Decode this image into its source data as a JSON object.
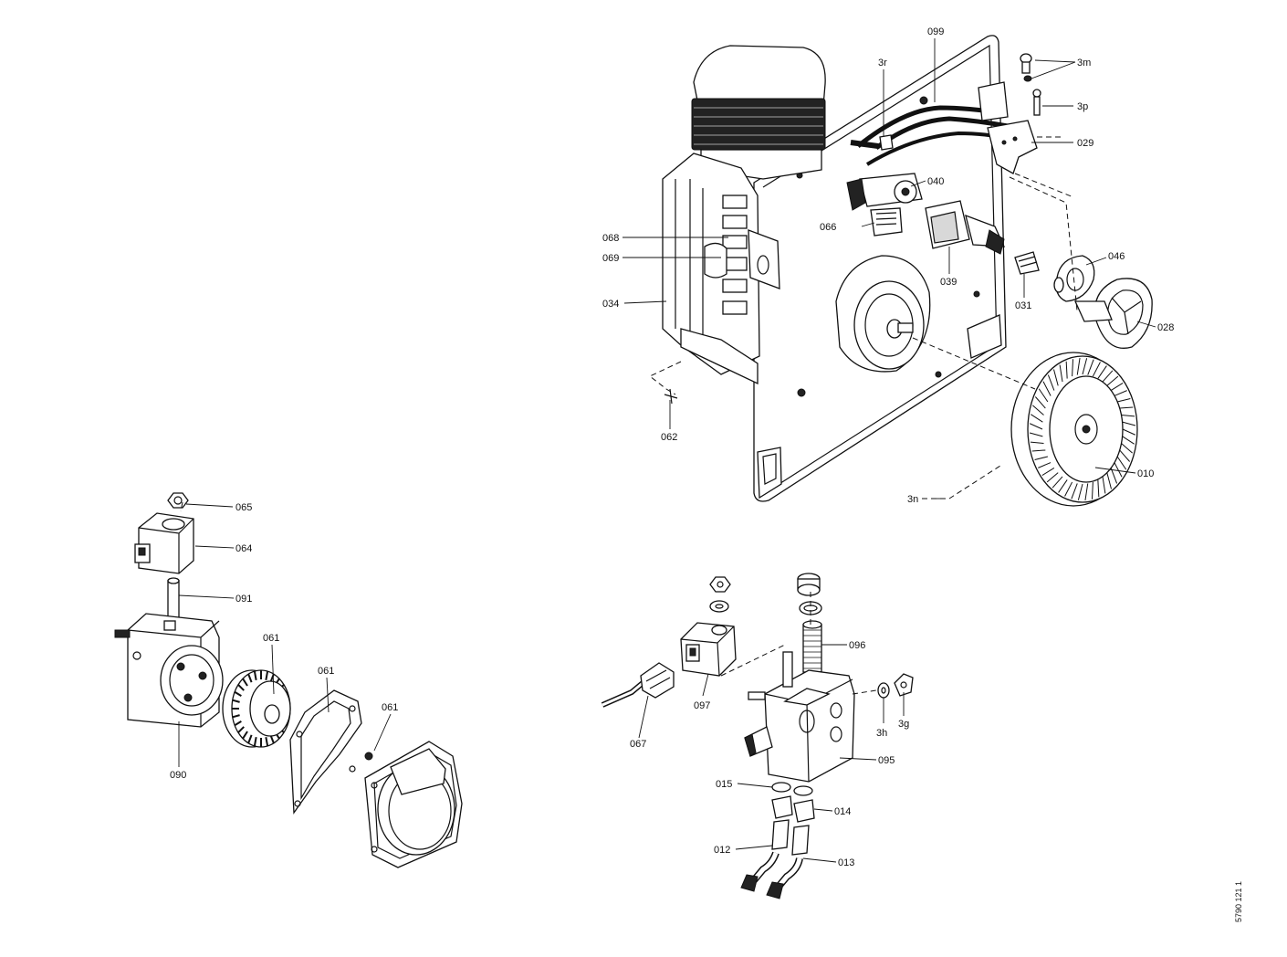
{
  "labels": {
    "l099": "099",
    "l3r": "3r",
    "l3m": "3m",
    "l3p": "3p",
    "l029": "029",
    "l040": "040",
    "l066": "066",
    "l068": "068",
    "l069": "069",
    "l034": "034",
    "l039": "039",
    "l031": "031",
    "l046": "046",
    "l028": "028",
    "l062": "062",
    "l010": "010",
    "l3n": "3n",
    "l065": "065",
    "l064": "064",
    "l091": "091",
    "l061a": "061",
    "l061b": "061",
    "l061c": "061",
    "l090": "090",
    "l096": "096",
    "l097": "097",
    "l067": "067",
    "l3h": "3h",
    "l3g": "3g",
    "l095": "095",
    "l015": "015",
    "l014": "014",
    "l012": "012",
    "l013": "013"
  },
  "doc_number": "5790 121 1"
}
